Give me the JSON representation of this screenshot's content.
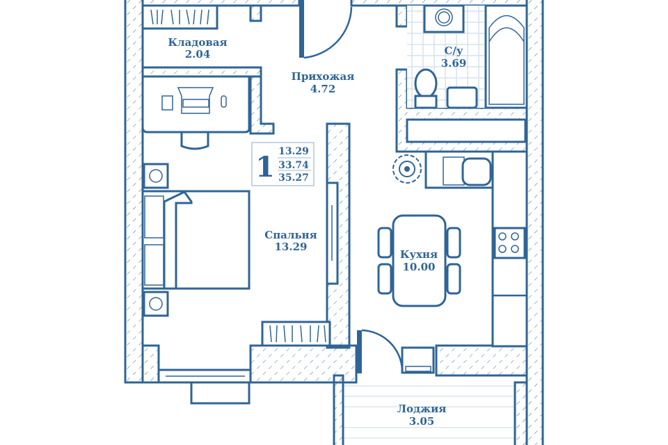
{
  "rooms": {
    "pantry": {
      "name": "Кладовая",
      "area": "2.04"
    },
    "hallway": {
      "name": "Прихожая",
      "area": "4.72"
    },
    "bathroom": {
      "name": "С/у",
      "area": "3.69"
    },
    "bedroom": {
      "name": "Спальня",
      "area": "13.29"
    },
    "kitchen": {
      "name": "Кухня",
      "area": "10.00"
    },
    "loggia": {
      "name": "Лоджия",
      "area": "3.05"
    }
  },
  "summary": {
    "rooms_count": "1",
    "living_area": "13.29",
    "total_area": "33.74",
    "total_with_loggia": "35.27"
  },
  "colors": {
    "line": "#2f6496",
    "tile": "#d6e2ee"
  }
}
